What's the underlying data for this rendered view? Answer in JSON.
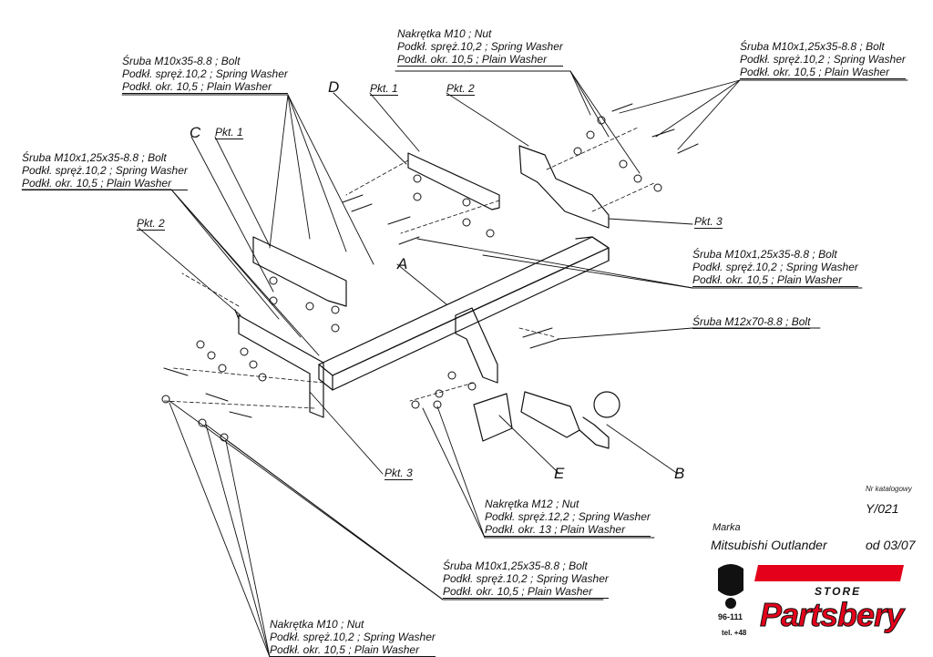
{
  "callouts": {
    "top_center": [
      "Nakrętka  M10 ; Nut",
      "Podkł. spręż.10,2 ; Spring Washer",
      "Podkł. okr. 10,5 ; Plain Washer"
    ],
    "top_left": [
      "Śruba M10x35-8.8 ;  Bolt",
      "Podkł. spręż.10,2 ; Spring Washer",
      "Podkł. okr. 10,5 ; Plain Washer"
    ],
    "top_right": [
      "Śruba M10x1,25x35-8.8 ;  Bolt",
      "Podkł. spręż.10,2 ; Spring Washer",
      "Podkł. okr. 10,5 ; Plain Washer"
    ],
    "left_mid": [
      "Śruba M10x1,25x35-8.8 ;  Bolt",
      "Podkł. spręż.10,2 ; Spring Washer",
      "Podkł. okr. 10,5 ; Plain Washer"
    ],
    "right_mid": [
      "Śruba M10x1,25x35-8.8 ;  Bolt",
      "Podkł. spręż.10,2 ; Spring Washer",
      "Podkł. okr. 10,5 ; Plain Washer"
    ],
    "right_m12": [
      "Śruba M12x70-8.8 ;  Bolt"
    ],
    "center_nut": [
      "Nakrętka  M12 ; Nut",
      "Podkł. spręż.12,2 ; Spring Washer",
      "Podkł. okr. 13 ; Plain Washer"
    ],
    "bottom_center": [
      "Śruba M10x1,25x35-8.8 ;  Bolt",
      "Podkł. spręż.10,2 ; Spring Washer",
      "Podkł. okr. 10,5 ; Plain Washer"
    ],
    "bottom_left": [
      "Nakrętka  M10 ; Nut",
      "Podkł. spręż.10,2 ; Spring Washer",
      "Podkł. okr. 10,5 ; Plain Washer"
    ]
  },
  "letters": {
    "A": "A",
    "B": "B",
    "C": "C",
    "D": "D",
    "E": "E"
  },
  "pkt": {
    "pkt1_left": "Pkt. 1",
    "pkt1_top": "Pkt. 1",
    "pkt2_top": "Pkt. 2",
    "pkt2_left": "Pkt. 2",
    "pkt3_right": "Pkt. 3",
    "pkt3_bottom": "Pkt. 3"
  },
  "titleblock": {
    "catalog_label": "Nr katalogowy",
    "catalog_value": "Y/021",
    "brand_label": "Marka",
    "model": "Mitsubishi Outlander",
    "date": "od 03/07"
  },
  "watermark": {
    "store": "STORE",
    "brand": "Partsbery",
    "tel1": "96-111",
    "tel2": "tel. +48"
  },
  "colors": {
    "line": "#111111",
    "accent": "#e4001b"
  }
}
